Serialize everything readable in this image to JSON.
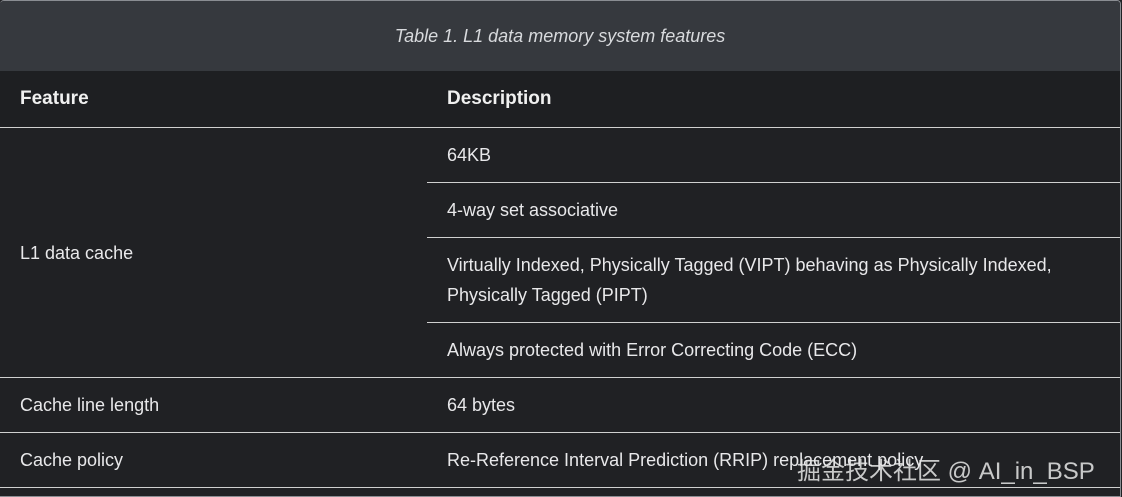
{
  "caption": "Table 1. L1 data memory system features",
  "headers": [
    "Feature",
    "Description"
  ],
  "rows": {
    "l1": {
      "feature": "L1 data cache",
      "descriptions": [
        "64KB",
        "4-way set associative",
        "Virtually Indexed, Physically Tagged (VIPT) behaving as Physically Indexed, Physically Tagged (PIPT)",
        "Always protected with Error Correcting Code (ECC)"
      ]
    },
    "line": {
      "feature": "Cache line length",
      "description": "64 bytes"
    },
    "policy": {
      "feature": "Cache policy",
      "description": "Re-Reference Interval Prediction (RRIP) replacement policy"
    }
  },
  "watermark": "掘金技术社区 @ AI_in_BSP"
}
